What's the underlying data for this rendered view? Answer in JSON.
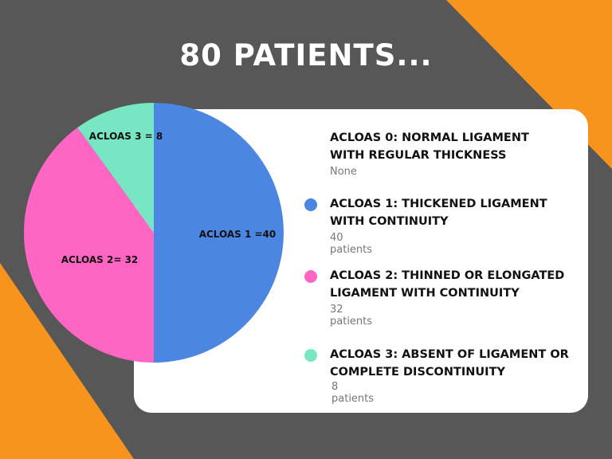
{
  "title": "80 PATIENTS...",
  "colors": {
    "background": "#575757",
    "accent": "#F7941D",
    "card": "#FFFFFF"
  },
  "chart_data": {
    "type": "pie",
    "title": "80 PATIENTS...",
    "slices": [
      {
        "label": "ACLOAS 1 =40",
        "value": 40,
        "color": "#4A86E2"
      },
      {
        "label": "ACLOAS 2= 32",
        "value": 32,
        "color": "#FF66C4"
      },
      {
        "label": "ACLOAS 3 = 8",
        "value": 8,
        "color": "#78E6C2"
      }
    ]
  },
  "legend": [
    {
      "name_line1": "ACLOAS 0: NORMAL LIGAMENT",
      "name_line2": "WITH REGULAR THICKNESS",
      "value": "None",
      "color": null
    },
    {
      "name_line1": "ACLOAS 1: THICKENED LIGAMENT",
      "name_line2": "WITH CONTINUITY",
      "value": "40 patients",
      "color": "#4A86E2"
    },
    {
      "name_line1": "ACLOAS 2: THINNED OR ELONGATED",
      "name_line2": "LIGAMENT WITH CONTINUITY",
      "value": "32 patients",
      "color": "#FF66C4"
    },
    {
      "name_line1": "ACLOAS 3: ABSENT OF LIGAMENT OR",
      "name_line2": "COMPLETE DISCONTINUITY",
      "value": "8 patients",
      "color": "#78E6C2"
    }
  ]
}
